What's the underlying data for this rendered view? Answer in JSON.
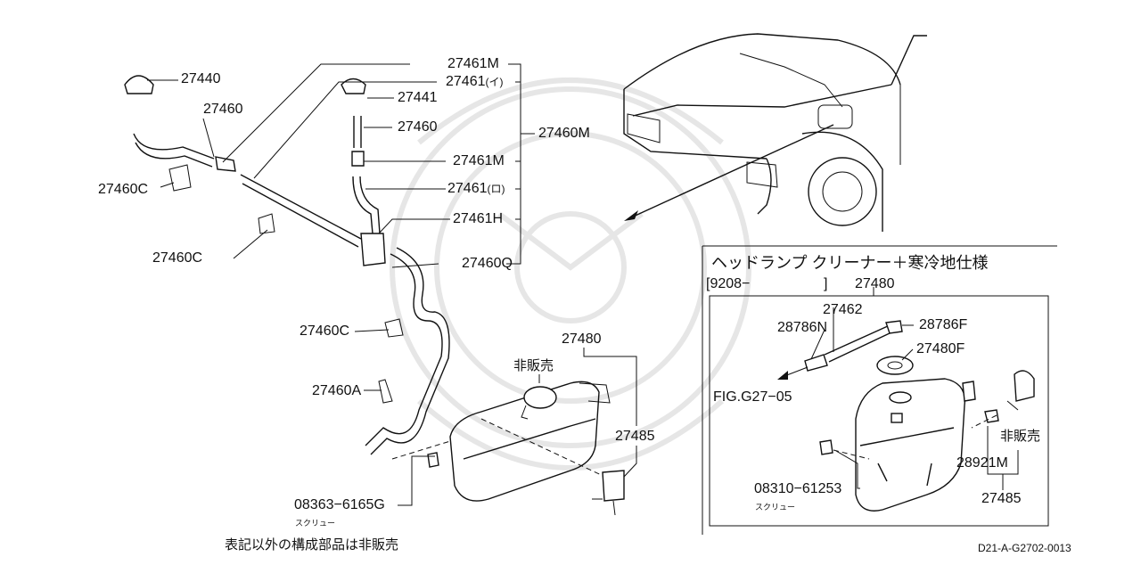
{
  "main_labels": {
    "p27440": "27440",
    "p27460_a": "27460",
    "p27460c_1": "27460C",
    "p27460c_2": "27460C",
    "p27460c_3": "27460C",
    "p27460a": "27460A",
    "p27461m_1": "27461M",
    "p27461i": "27461",
    "p27461i_mark": "(イ)",
    "p27441": "27441",
    "p27460_b": "27460",
    "p27461m_2": "27461M",
    "p27461ro": "27461",
    "p27461ro_mark": "(ロ)",
    "p27461h": "27461H",
    "p27460q": "27460Q",
    "p27460m": "27460M",
    "p27480": "27480",
    "hibaihin": "非販売",
    "p27485": "27485",
    "screw_pn": "08363−6165G",
    "screw_word": "スクリュー",
    "footer_note": "表記以外の構成部品は非販売",
    "diagram_code": "D21-A-G2702-0013"
  },
  "inset": {
    "title": "ヘッドランプ クリーナー＋寒冷地仕様",
    "date_range_open": "[9208−",
    "date_range_close": "]",
    "p27480": "27480",
    "p27462": "27462",
    "p28786n": "28786N",
    "p28786f": "28786F",
    "p27480f": "27480F",
    "fig_ref": "FIG.G27−05",
    "screw_pn": "08310−61253",
    "screw_word": "スクリュー",
    "hibaihin": "非販売",
    "p28921m": "28921M",
    "p27485": "27485"
  }
}
